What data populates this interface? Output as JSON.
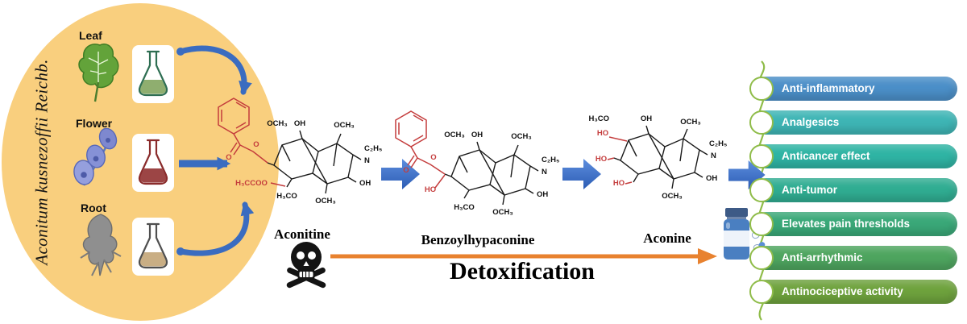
{
  "source": {
    "species": "Aconitum kusnezoffii Reichb.",
    "ellipse_color": "#f9cf7e",
    "parts": [
      {
        "name": "Leaf",
        "icon": "leaf-icon",
        "flask_liquid": "#8fae6f",
        "flask_outline": "#2e6e52"
      },
      {
        "name": "Flower",
        "icon": "flower-icon",
        "flask_liquid": "#9c4545",
        "flask_outline": "#8a2b2b"
      },
      {
        "name": "Root",
        "icon": "root-icon",
        "flask_liquid": "#c9ae84",
        "flask_outline": "#4f4f4f"
      }
    ]
  },
  "arrows": {
    "blue": "#3a6cc0",
    "orange": "#e8822f"
  },
  "molecules": {
    "highlight_color": "#c43c3c",
    "aconitine": {
      "name": "Aconitine",
      "labels": {
        "och3_top": "OCH₃",
        "oh_top": "OH",
        "och3_right_top": "OCH₃",
        "n": "N",
        "ethyl": "C₂H₅",
        "oh_right": "OH",
        "och3_bottom": "OCH₃",
        "h3co_left": "H₃CO",
        "acetoxy": "H₃CCOO",
        "ester_o": "O",
        "carbonyl_o": "O"
      }
    },
    "benzoylhypaconine": {
      "name": "Benzoylhypaconine",
      "labels": {
        "och3_top": "OCH₃",
        "oh_top": "OH",
        "och3_right_top": "OCH₃",
        "n": "N",
        "ethyl": "C₂H₅",
        "oh_right": "OH",
        "och3_bottom": "OCH₃",
        "h3co_left": "H₃CO",
        "ho_red": "HO",
        "ester_o": "O",
        "carbonyl_o": "O"
      }
    },
    "aconine": {
      "name": "Aconine",
      "labels": {
        "h3co_left": "H₃CO",
        "oh_top": "OH",
        "och3_right_top": "OCH₃",
        "n": "N",
        "ethyl": "C₂H₅",
        "oh_right": "OH",
        "och3_bottom": "OCH₃",
        "ho_red1": "HO",
        "ho_red2": "HO",
        "ho_red3": "HO"
      }
    }
  },
  "detox": {
    "label": "Detoxification"
  },
  "effects": {
    "connector_color": "#8fbc49",
    "items": [
      {
        "label": "Anti-inflammatory",
        "color": "#4b8fc8"
      },
      {
        "label": "Analgesics",
        "color": "#3eb5b5"
      },
      {
        "label": "Anticancer effect",
        "color": "#2fb4a4"
      },
      {
        "label": "Anti-tumor",
        "color": "#30ad92"
      },
      {
        "label": "Elevates pain thresholds",
        "color": "#3aa878"
      },
      {
        "label": "Anti-arrhythmic",
        "color": "#4ea55f"
      },
      {
        "label": "Antinociceptive activity",
        "color": "#6ea23d"
      }
    ]
  }
}
